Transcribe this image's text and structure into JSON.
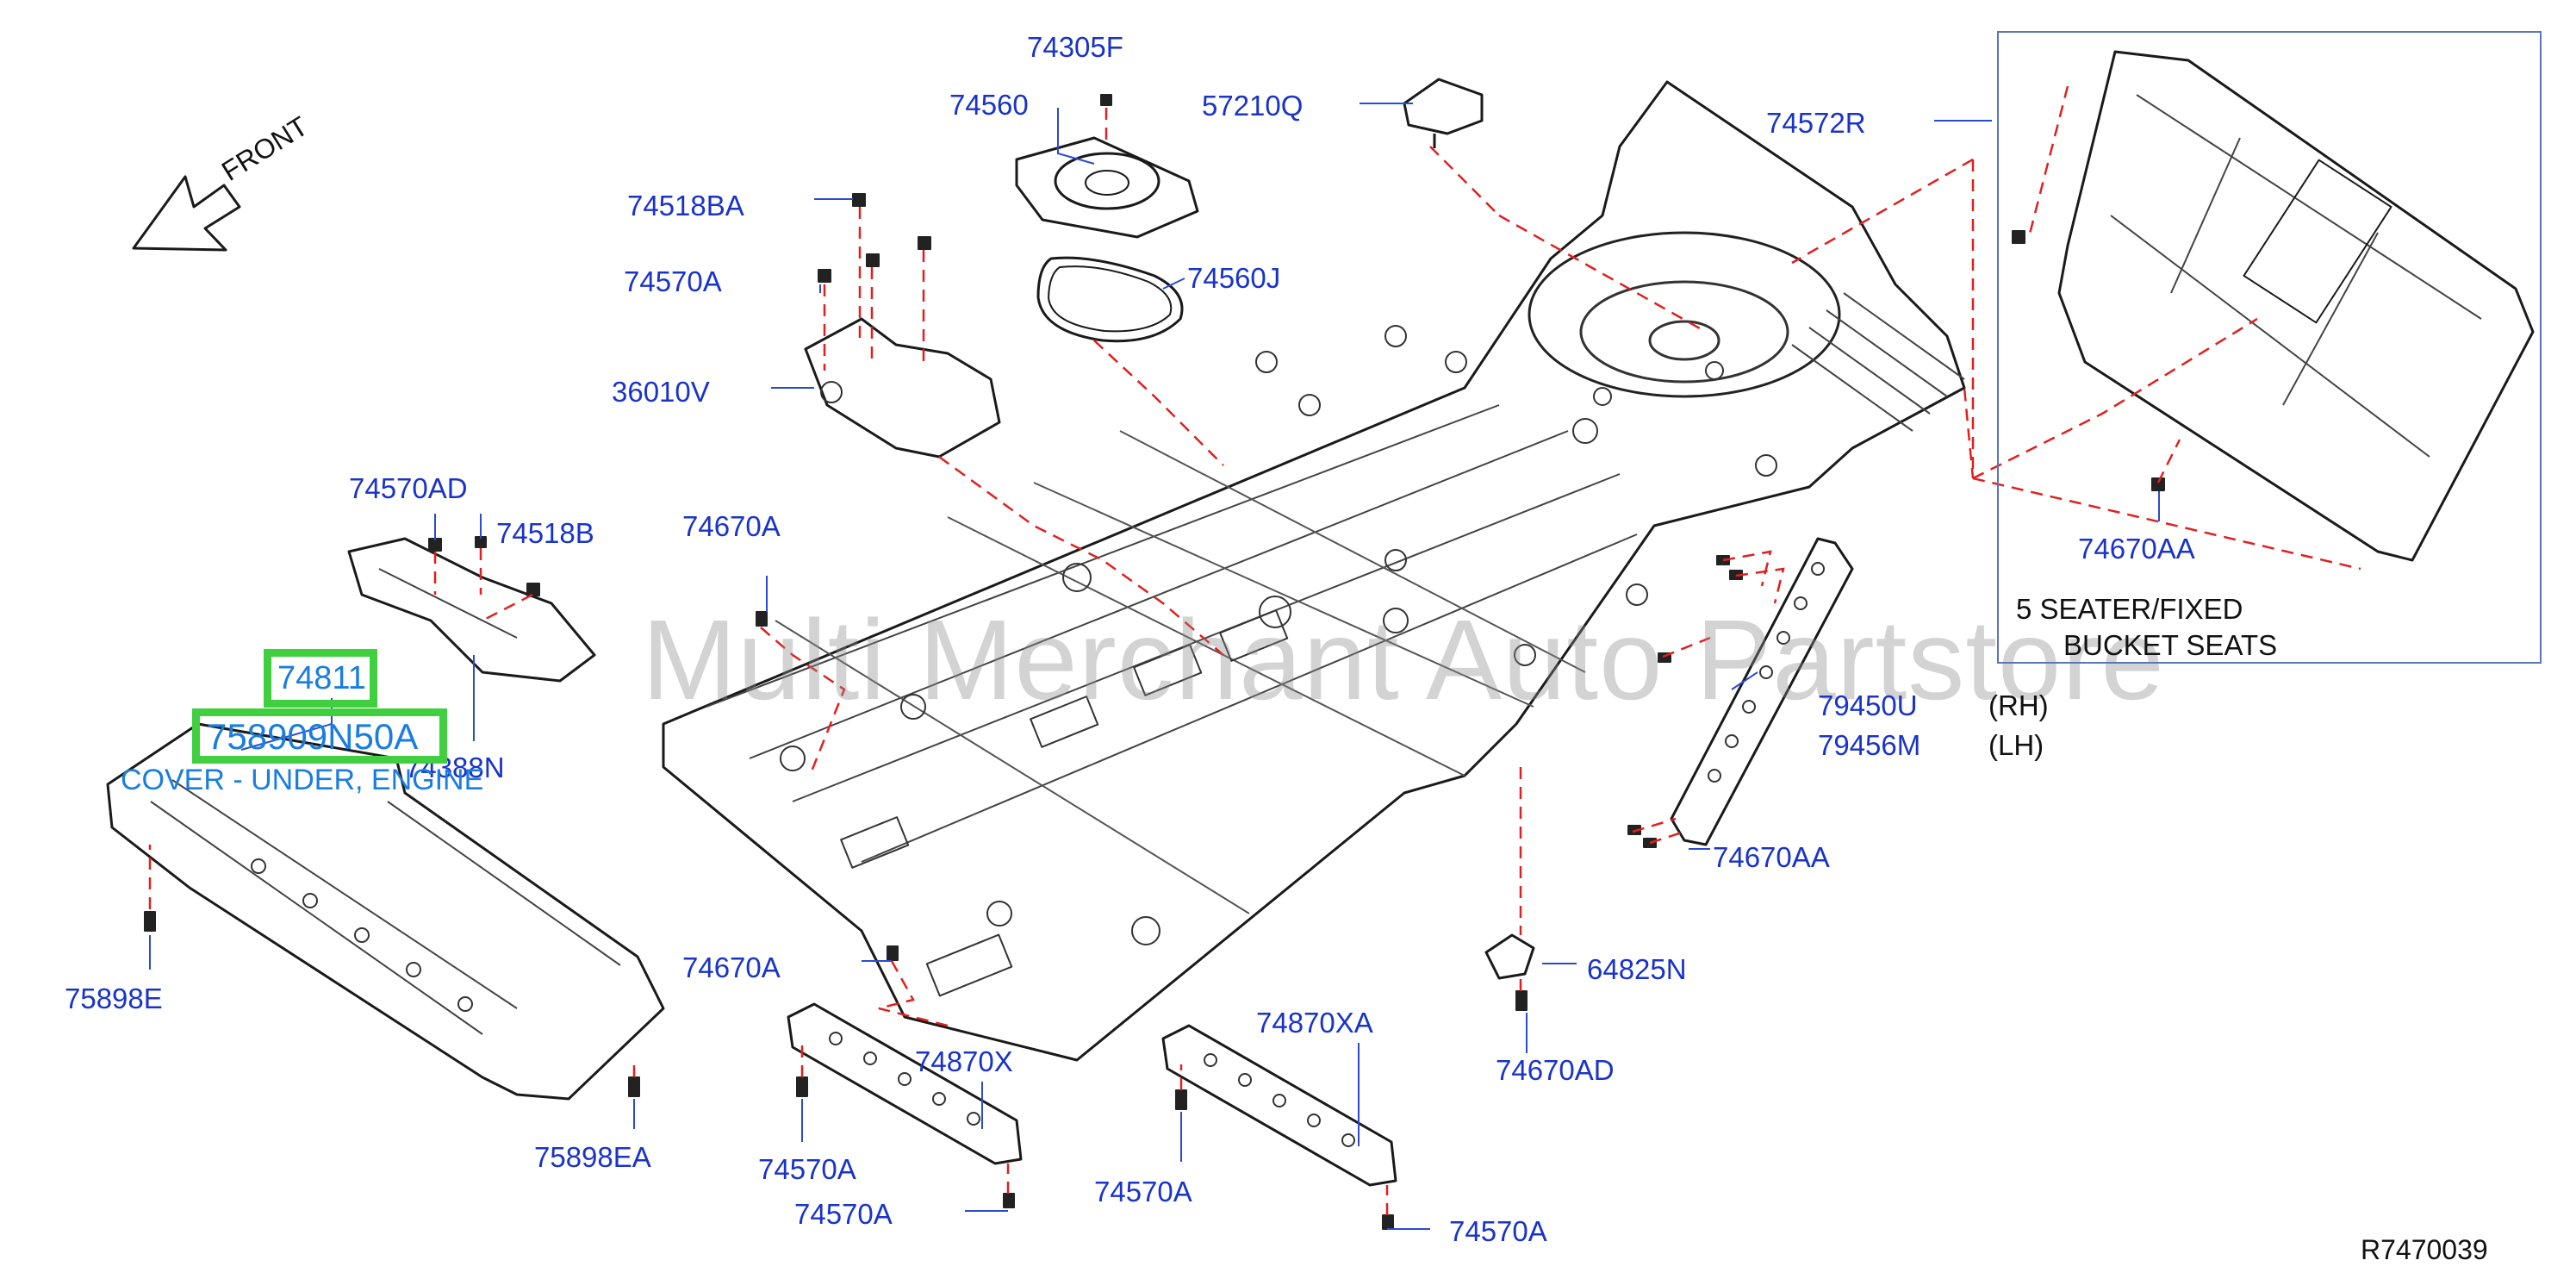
{
  "diagram": {
    "front_label": "FRONT",
    "reference_code": "R7470039",
    "watermark": "Multi Merchant Auto Partstore",
    "highlight": {
      "part_number_1": "74811",
      "part_number_2": "758909N50A",
      "description": "COVER - UNDER, ENGINE"
    },
    "inset_note_line1": "5  SEATER/FIXED",
    "inset_note_line2": "BUCKET  SEATS",
    "side_notes": {
      "rh": "(RH)",
      "lh": "(LH)"
    },
    "part_labels": {
      "p74305F": "74305F",
      "p74560": "74560",
      "p57210Q": "57210Q",
      "p74572R": "74572R",
      "p74518BA": "74518BA",
      "p74570A_1": "74570A",
      "p74560J": "74560J",
      "p36010V": "36010V",
      "p74570AD_1": "74570AD",
      "p74518B": "74518B",
      "p74670A_1": "74670A",
      "p74388N": "74388N",
      "p79450U": "79450U",
      "p79456M": "79456M",
      "p74670AA_1": "74670AA",
      "p74670AA_2": "74670AA",
      "p75898E": "75898E",
      "p74670A_2": "74670A",
      "p64825N": "64825N",
      "p74870XA": "74870XA",
      "p74870X": "74870X",
      "p74670AD": "74670AD",
      "p75898EA": "75898EA",
      "p74570A_2": "74570A",
      "p74570A_3": "74570A",
      "p74570A_4": "74570A",
      "p74570A_5": "74570A"
    },
    "colors": {
      "label": "#1a33c8",
      "highlight_border": "#3fcf3f",
      "highlight_text": "#1a7de0",
      "leader_dash": "#e02020"
    }
  }
}
